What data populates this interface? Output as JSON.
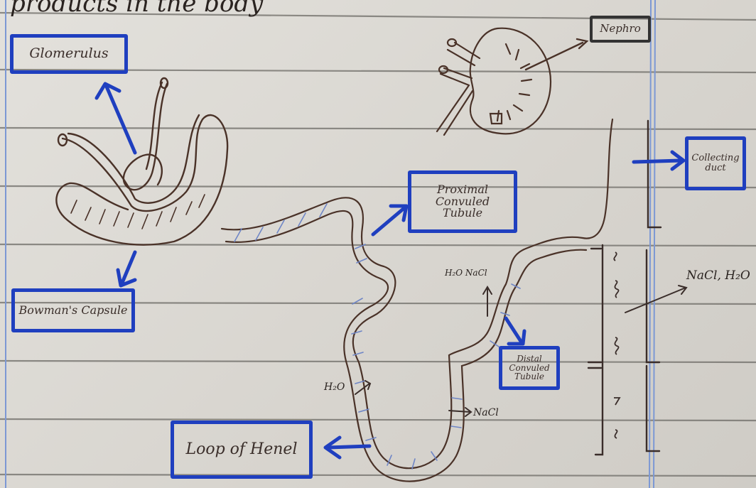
{
  "heading": "products in the body",
  "labels": {
    "glomerulus": "Glomerulus",
    "bowman_capsule": "Bowman's Capsule",
    "proximal_tubule": "Proximal Convuled Tubule",
    "distal_tubule": "Distal Convuled Tubule",
    "loop_of_henle": "Loop of Henel",
    "nephron": "Nephro",
    "collecting_duct": "Collecting duct"
  },
  "annotations": {
    "h2o_ascending": "H₂O NaCl",
    "h2o_loop": "H₂O",
    "nacl_loop": "NaCl",
    "nacl_right": "NaCl, H₂O"
  },
  "colors": {
    "ink_blue": "#1f3fbf",
    "ink_brown": "#4a3228",
    "rule_line": "#7a7872",
    "margin_line": "#6f8fcf"
  }
}
